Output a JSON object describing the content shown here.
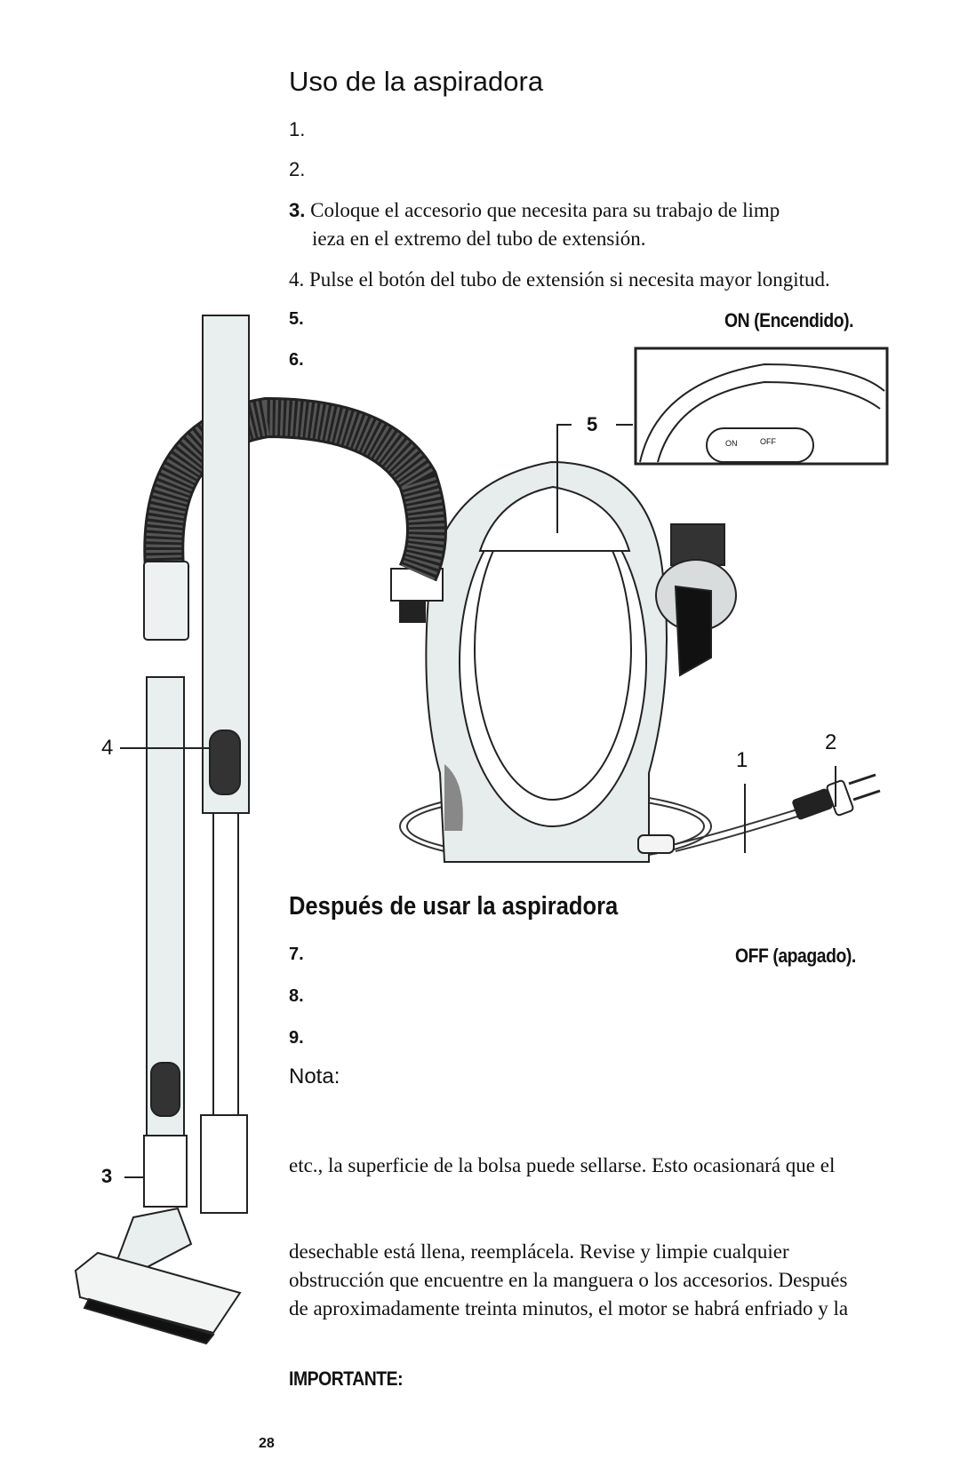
{
  "section_use": {
    "title": "Uso de la aspiradora",
    "step1": "1.",
    "step2": "2.",
    "step3_num": "3.",
    "step3_line1": "Coloque el accesorio que necesita para su trabajo de limp",
    "step3_line2": "ieza en el extremo del tubo de extensión.",
    "step4": "4. Pulse el botón del tubo de extensión si necesita mayor longitud.",
    "step5_num": "5.",
    "step5_label": "ON (Encendido).",
    "step6_num": "6."
  },
  "figure": {
    "callout_1": "1",
    "callout_2": "2",
    "callout_3": "3",
    "callout_4": "4",
    "callout_5": "5",
    "switch_on": "ON",
    "switch_off": "OFF"
  },
  "section_after": {
    "title": "Después de usar la aspiradora",
    "step7_num": "7.",
    "step7_label": "OFF (apagado).",
    "step8_num": "8.",
    "step9_num": "9.",
    "note_label": "Nota:",
    "para_line1": "etc., la superficie de la bolsa puede sellarse. Esto ocasionará que el",
    "para_line2": "desechable está llena, reemplácela. Revise y limpie cualquier",
    "para_line3": "obstrucción que encuentre en la manguera o los accesorios. Después",
    "para_line4": "de aproximadamente treinta minutos, el motor se habrá enfriado y la",
    "important_label": "IMPORTANTE:"
  },
  "page_number": "28"
}
